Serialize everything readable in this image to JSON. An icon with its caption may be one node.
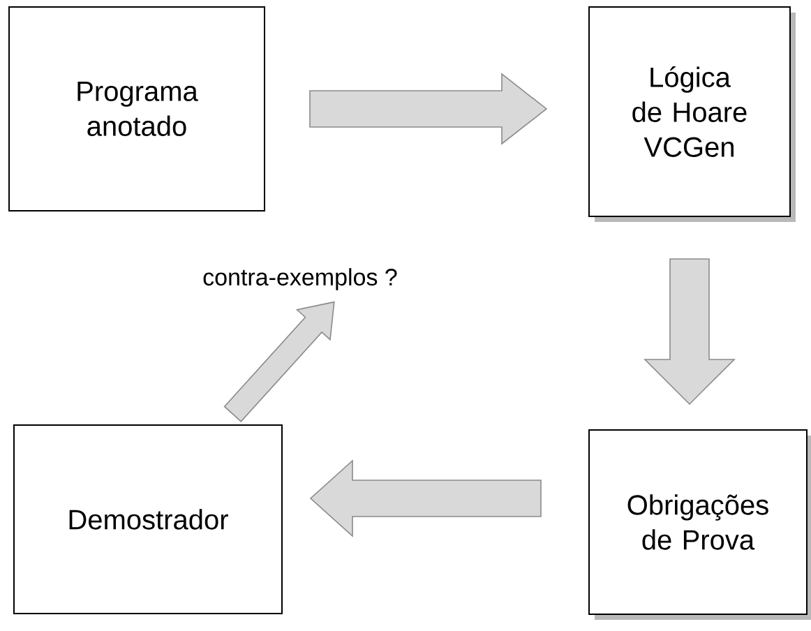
{
  "diagram": {
    "nodes": [
      {
        "text": [
          "Programa anotado"
        ]
      },
      {
        "text": [
          "Lógica de Hoare VCGen"
        ]
      },
      {
        "text": [
          "Obrigações de Prova"
        ]
      },
      {
        "text": [
          "Demostrador"
        ]
      },
      {
        "text": [
          "contra-exemplos ?"
        ]
      }
    ],
    "edges": [
      {
        "from": 0,
        "to": 1,
        "arrow": "to"
      },
      {
        "from": 1,
        "to": 2,
        "arrow": "to"
      },
      {
        "from": 2,
        "to": 3,
        "arrow": "to"
      },
      {
        "from": 3,
        "to": 4,
        "arrow": "to"
      }
    ]
  }
}
